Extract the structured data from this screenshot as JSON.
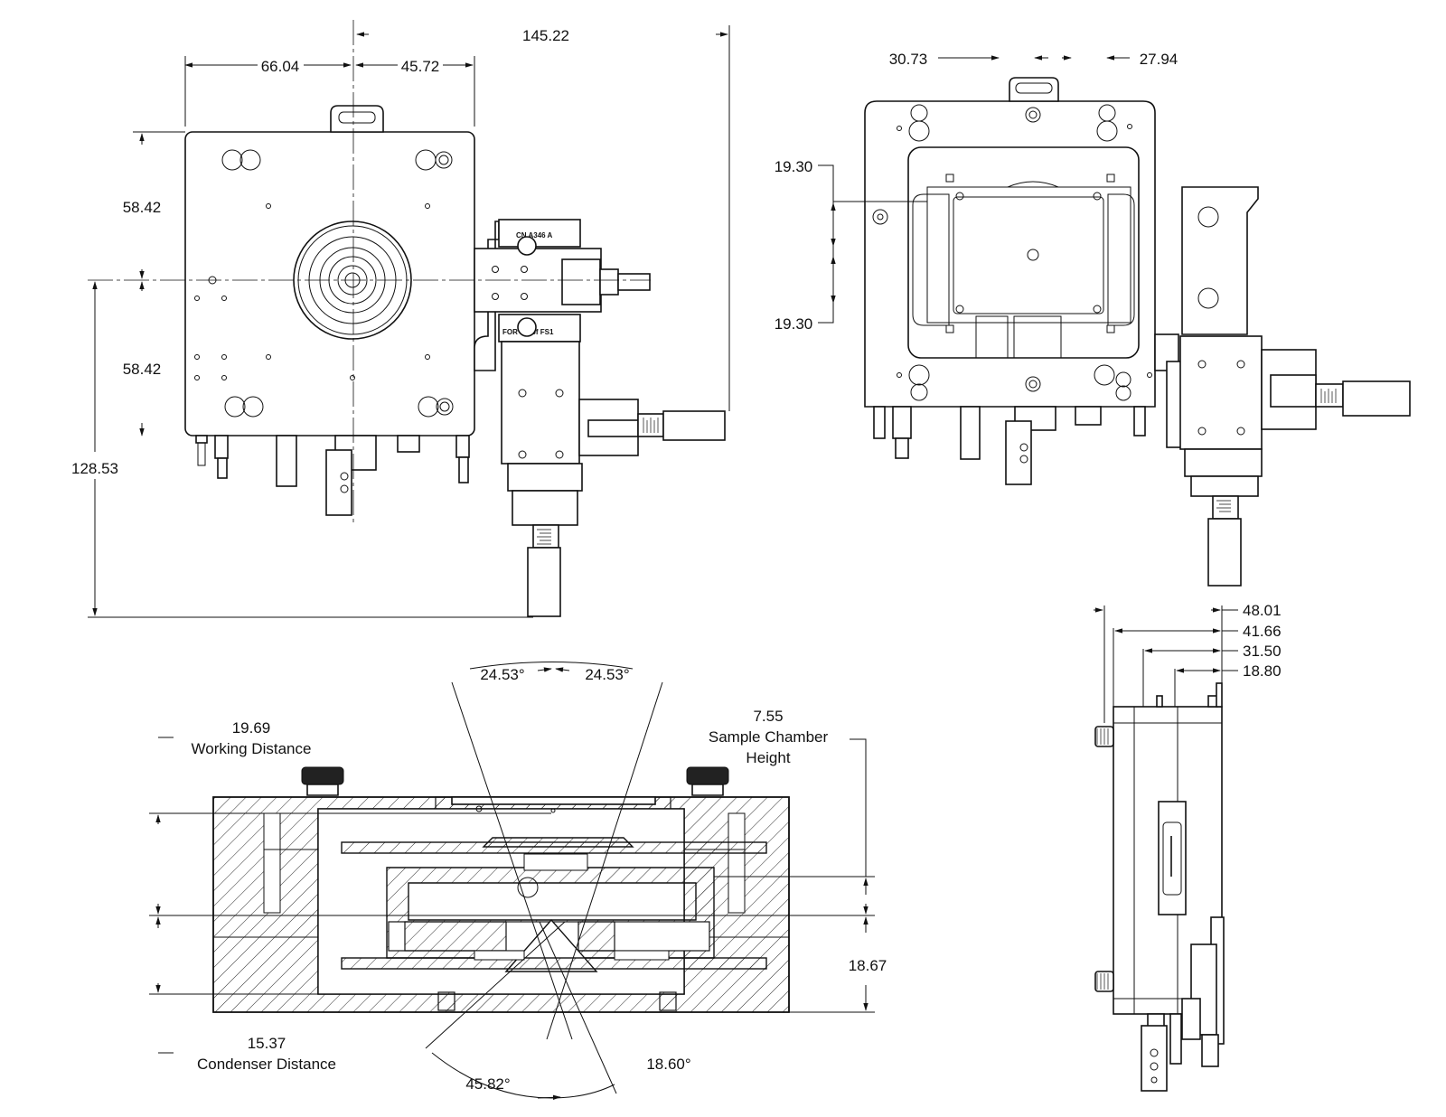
{
  "front_view": {
    "dim_top_left": "66.04",
    "dim_top_right": "45.72",
    "dim_overall_width": "145.22",
    "dim_upper_height": "58.42",
    "dim_lower_height": "58.42",
    "dim_overall_height": "128.53",
    "label_top": "CN A346 A",
    "label_bottom": "FOR TH of FS1"
  },
  "top_right_view": {
    "dim_left": "30.73",
    "dim_right": "27.94",
    "dim_upper": "19.30",
    "dim_lower": "19.30"
  },
  "side_view": {
    "dims": [
      "48.01",
      "41.66",
      "31.50",
      "18.80"
    ]
  },
  "section_view": {
    "angle_left": "24.53°",
    "angle_right": "24.53°",
    "working_distance_value": "19.69",
    "working_distance_label": "Working Distance",
    "chamber_height_value": "7.55",
    "chamber_height_label_1": "Sample Chamber",
    "chamber_height_label_2": "Height",
    "dim_right_height": "18.67",
    "condenser_distance_value": "15.37",
    "condenser_distance_label": "Condenser Distance",
    "angle_bottom_left": "45.82°",
    "angle_bottom_right": "18.60°"
  }
}
